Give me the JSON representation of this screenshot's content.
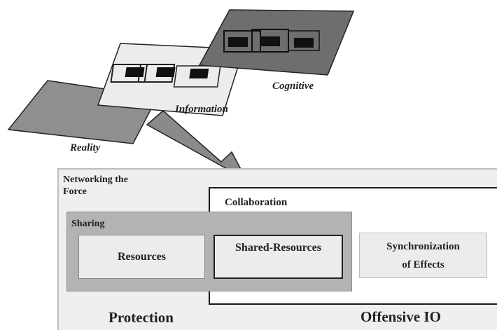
{
  "planes": {
    "cognitive": "Cognitive",
    "information": "Information",
    "reality": "Reality"
  },
  "panel": {
    "networking": "Networking the\nForce",
    "collaboration": "Collaboration",
    "sharing": "Sharing",
    "resources": "Resources",
    "shared_resources": "Shared-Resources",
    "synchronization": "Synchronization\nof Effects",
    "protection": "Protection",
    "offensive_io": "Offensive IO"
  },
  "colors": {
    "reality_plane": "#8f8f8f",
    "information_plane": "#ececec",
    "cognitive_plane": "#6e6e6e",
    "arrow": "#8a8a8a",
    "sharing_box": "#b3b3b3"
  }
}
